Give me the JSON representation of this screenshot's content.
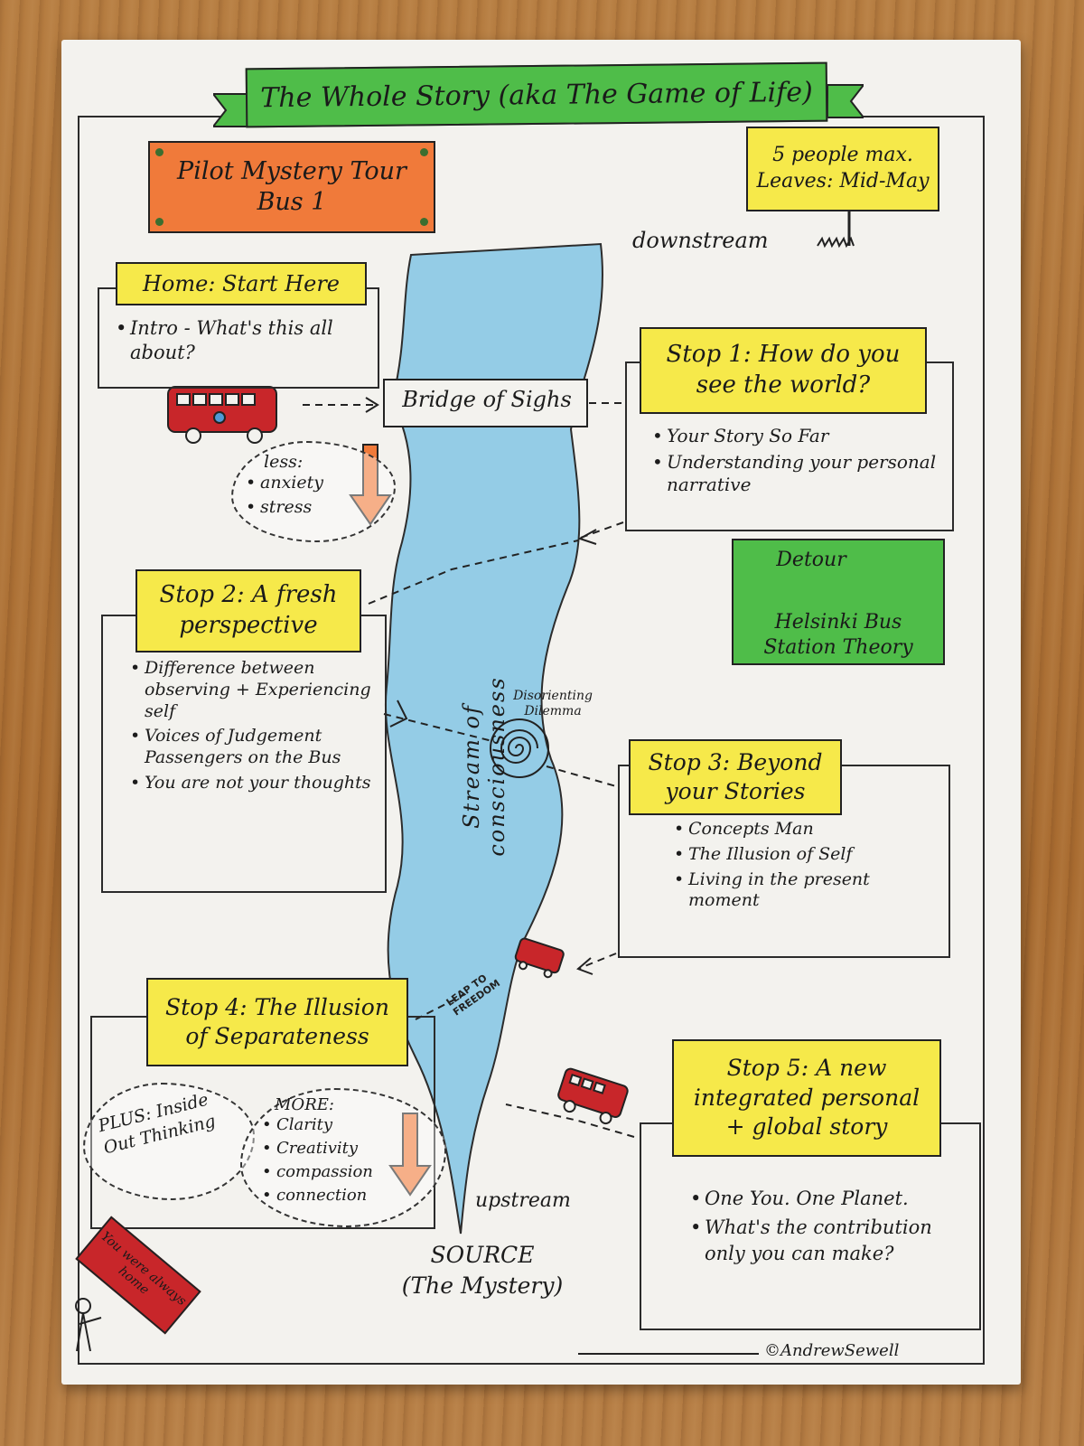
{
  "title": "The Whole Story (aka The Game of Life)",
  "tour": {
    "line1": "Pilot Mystery Tour",
    "line2": "Bus 1"
  },
  "info": {
    "line1": "5 people max.",
    "line2": "Leaves: Mid-May"
  },
  "downstream": "downstream",
  "upstream": "upstream",
  "home": {
    "title": "Home: Start Here",
    "bullet": "Intro - What's this all about?"
  },
  "bridge": "Bridge of Sighs",
  "less": {
    "title": "less:",
    "items": [
      "anxiety",
      "stress"
    ]
  },
  "stop1": {
    "title": "Stop 1: How do you see the world?",
    "items": [
      "Your Story So Far",
      "Understanding your personal narrative"
    ]
  },
  "detour": {
    "label": "Detour",
    "text": "Helsinki Bus Station Theory"
  },
  "stop2": {
    "title": "Stop 2: A fresh perspective",
    "items": [
      "Difference between observing + Experiencing self",
      "Voices of Judgement Passengers on the Bus",
      "You are not your thoughts"
    ]
  },
  "river_label": "Stream of consciousness",
  "dilemma": "Disorienting Dilemma",
  "stop3": {
    "title": "Stop 3: Beyond your Stories",
    "items": [
      "Concepts Man",
      "The Illusion of Self",
      "Living in the present moment"
    ]
  },
  "leap": "LEAP TO FREEDOM",
  "stop4": {
    "title": "Stop 4: The Illusion of Separateness"
  },
  "plus": "PLUS: Inside Out Thinking",
  "more": {
    "title": "MORE:",
    "items": [
      "Clarity",
      "Creativity",
      "compassion",
      "connection"
    ]
  },
  "stop5": {
    "title": "Stop 5: A new integrated personal + global story",
    "items": [
      "One You. One Planet.",
      "What's the contribution only you can make?"
    ]
  },
  "source": {
    "line1": "SOURCE",
    "line2": "(The Mystery)"
  },
  "home_sign": "You were always home",
  "credit": "©AndrewSewell",
  "colors": {
    "yellow": "#f6e94a",
    "orange": "#f07a3a",
    "green": "#4fbd49",
    "river": "#8fcbe6",
    "bus": "#c8262a"
  }
}
